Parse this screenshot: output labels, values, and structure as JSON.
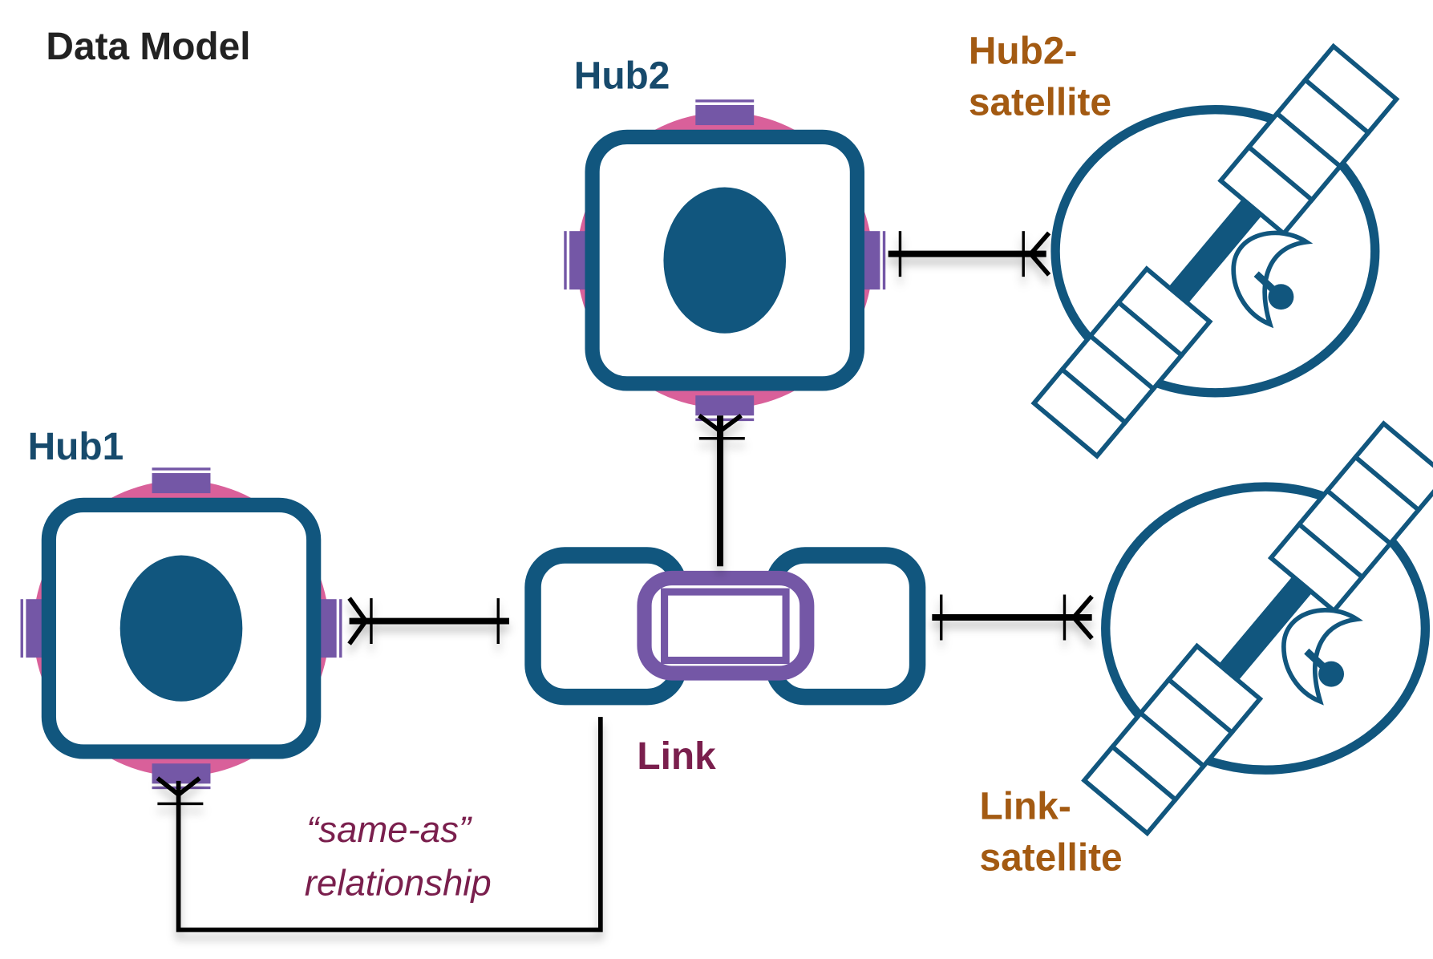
{
  "title": "Data Model",
  "entities": {
    "hub1": {
      "label": "Hub1"
    },
    "hub2": {
      "label": "Hub2"
    },
    "link": {
      "label": "Link"
    },
    "hub2_satellite": {
      "label_line1": "Hub2-",
      "label_line2": "satellite"
    },
    "link_satellite": {
      "label_line1": "Link-",
      "label_line2": "satellite"
    }
  },
  "relationship_note": {
    "line1": "“same-as”",
    "line2": "relationship"
  },
  "colors": {
    "hub_blue": "#11567e",
    "hub_label": "#174a6c",
    "hub_ring_pink": "#d9609a",
    "connector_purple": "#7457a6",
    "link_label": "#7a1f4d",
    "satellite_label": "#a35a12",
    "title": "#222222"
  },
  "icons": [
    "hub-icon",
    "link-icon",
    "satellite-icon",
    "crows-foot-many-icon",
    "crows-foot-one-icon"
  ]
}
